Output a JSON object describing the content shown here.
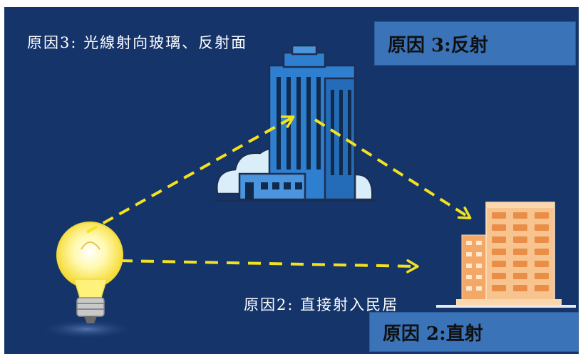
{
  "labels": {
    "reflect_caption": "原因3: 光線射向玻璃、反射面",
    "reflect_box": "原因 3:反射",
    "direct_caption": "原因2: 直接射入民居",
    "direct_box": "原因 2:直射"
  },
  "icons": {
    "light_source": "light-bulb-icon",
    "reflector": "office-tower-icon",
    "receiver": "residential-building-icon",
    "background_clouds": "cloud-icon"
  },
  "colors": {
    "background": "#15346a",
    "box_fill": "#3a73b8",
    "arrow": "#f2e21f",
    "tower_blue": "#2f7fd0",
    "residence_orange": "#f7c48f",
    "bulb_yellow": "#fff27a"
  }
}
